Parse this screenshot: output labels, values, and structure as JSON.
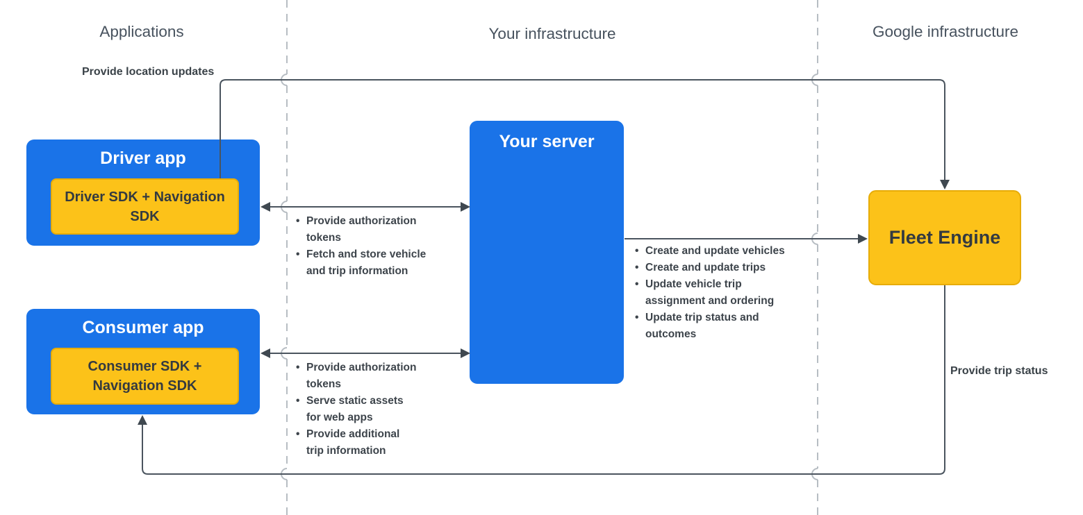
{
  "diagram": {
    "columns": {
      "applications": "Applications",
      "your_infrastructure": "Your infrastructure",
      "google_infrastructure": "Google infrastructure"
    },
    "nodes": {
      "driver_app": {
        "title": "Driver app",
        "sdk": "Driver SDK + Navigation SDK"
      },
      "consumer_app": {
        "title": "Consumer app",
        "sdk": "Consumer SDK + Navigation SDK"
      },
      "your_server": {
        "title": "Your server"
      },
      "fleet_engine": {
        "title": "Fleet Engine"
      }
    },
    "edges": {
      "location_updates": {
        "label": "Provide location updates"
      },
      "trip_status": {
        "label": "Provide trip status"
      },
      "driver_server": {
        "items": [
          "Provide authorization tokens",
          "Fetch and store vehicle and trip information"
        ]
      },
      "consumer_server": {
        "items": [
          "Provide authorization tokens",
          "Serve static assets for web apps",
          "Provide additional trip information"
        ]
      },
      "server_fleet": {
        "items": [
          "Create and update vehicles",
          "Create and update trips",
          "Update vehicle trip assignment and ordering",
          "Update trip status and outcomes"
        ]
      }
    },
    "colors": {
      "node_blue": "#1a73e8",
      "node_yellow": "#fcc219",
      "yellow_border": "#e7ac08",
      "connector_line": "#4a545e",
      "dashed_divider": "#b7bdc3",
      "dark_text": "#343a40",
      "heading_text": "#47525e"
    }
  }
}
